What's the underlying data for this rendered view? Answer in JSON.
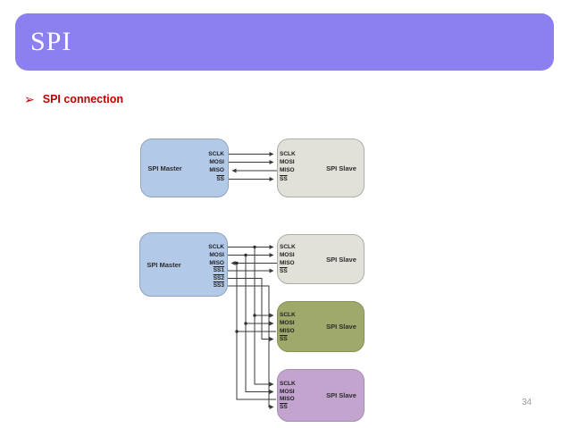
{
  "slide": {
    "title": "SPI",
    "bullet_icon": "➢",
    "bullet": "SPI connection",
    "page_number": "34",
    "colors": {
      "title_bar": "#8c7ff0",
      "title_text": "#ffffff",
      "bullet_text": "#c00000",
      "master_fill": "#b3c9e8",
      "slave_gray_fill": "#e1e0d9",
      "slave_olive_fill": "#9fa96b",
      "slave_purple_fill": "#c3a4cf",
      "wire": "#3a3a3a"
    }
  },
  "diagrams": [
    {
      "master": {
        "label": "SPI Master",
        "pins": [
          "SCLK",
          "MOSI",
          "MISO",
          "SS"
        ]
      },
      "slaves": [
        {
          "label": "SPI Slave",
          "pins": [
            "SCLK",
            "MOSI",
            "MISO",
            "SS"
          ],
          "fill": "#e1e0d9"
        }
      ],
      "signals": [
        {
          "name": "SCLK",
          "direction": "master-to-slave"
        },
        {
          "name": "MOSI",
          "direction": "master-to-slave"
        },
        {
          "name": "MISO",
          "direction": "slave-to-master"
        },
        {
          "name": "SS",
          "direction": "master-to-slave"
        }
      ]
    },
    {
      "master": {
        "label": "SPI Master",
        "pins": [
          "SCLK",
          "MOSI",
          "MISO",
          "SS1",
          "SS2",
          "SS3"
        ]
      },
      "slaves": [
        {
          "label": "SPI Slave",
          "pins": [
            "SCLK",
            "MOSI",
            "MISO",
            "SS"
          ],
          "fill": "#e1e0d9"
        },
        {
          "label": "SPI Slave",
          "pins": [
            "SCLK",
            "MOSI",
            "MISO",
            "SS"
          ],
          "fill": "#9fa96b"
        },
        {
          "label": "SPI Slave",
          "pins": [
            "SCLK",
            "MOSI",
            "MISO",
            "SS"
          ],
          "fill": "#c3a4cf"
        }
      ],
      "signals": [
        {
          "name": "SCLK",
          "direction": "master-to-all-slaves",
          "shared_bus": true
        },
        {
          "name": "MOSI",
          "direction": "master-to-all-slaves",
          "shared_bus": true
        },
        {
          "name": "MISO",
          "direction": "slaves-to-master",
          "shared_bus": true
        },
        {
          "name": "SS1",
          "direction": "master-to-slave-1"
        },
        {
          "name": "SS2",
          "direction": "master-to-slave-2"
        },
        {
          "name": "SS3",
          "direction": "master-to-slave-3"
        }
      ]
    }
  ]
}
